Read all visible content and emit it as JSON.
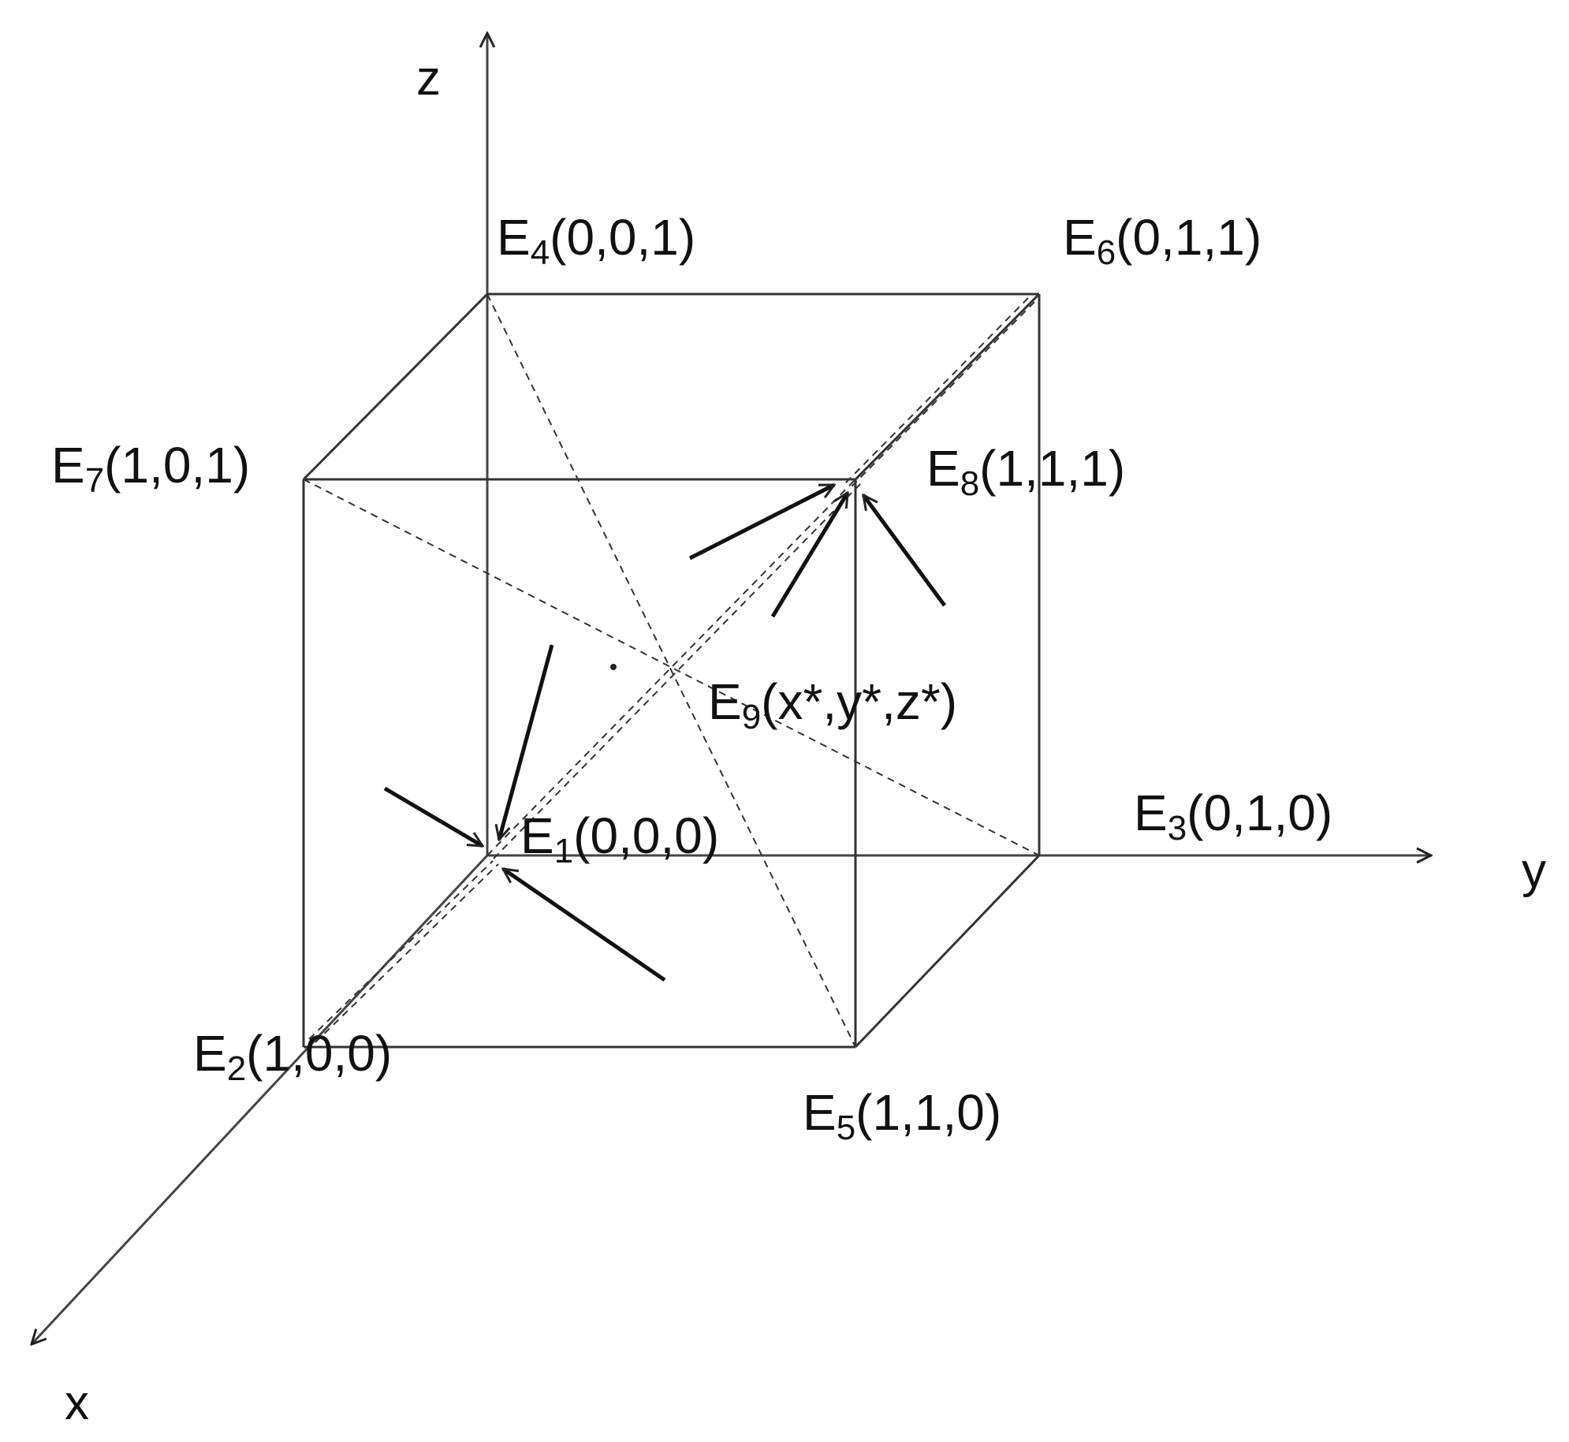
{
  "axes": {
    "x": {
      "label": "x"
    },
    "y": {
      "label": "y"
    },
    "z": {
      "label": "z"
    }
  },
  "vertices": {
    "e1": {
      "letter": "E",
      "sub": "1",
      "coords": "(0,0,0)"
    },
    "e2": {
      "letter": "E",
      "sub": "2",
      "coords": "(1,0,0)"
    },
    "e3": {
      "letter": "E",
      "sub": "3",
      "coords": "(0,1,0)"
    },
    "e4": {
      "letter": "E",
      "sub": "4",
      "coords": "(0,0,1)"
    },
    "e5": {
      "letter": "E",
      "sub": "5",
      "coords": "(1,1,0)"
    },
    "e6": {
      "letter": "E",
      "sub": "6",
      "coords": "(0,1,1)"
    },
    "e7": {
      "letter": "E",
      "sub": "7",
      "coords": "(1,0,1)"
    },
    "e8": {
      "letter": "E",
      "sub": "8",
      "coords": "(1,1,1)"
    },
    "e9": {
      "letter": "E",
      "sub": "9",
      "coords": "(x*,y*,z*)"
    }
  },
  "colors": {
    "line": "#222222",
    "background": "#ffffff"
  }
}
